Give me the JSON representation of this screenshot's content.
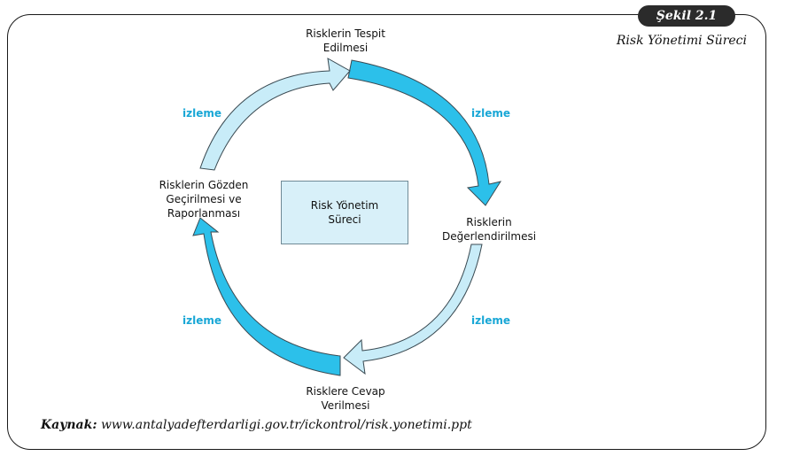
{
  "figure": {
    "badge": "Şekil 2.1",
    "title": "Risk Yönetimi Süreci"
  },
  "center": {
    "line1": "Risk Yönetim",
    "line2": "Süreci"
  },
  "steps": {
    "top": [
      "Risklerin Tespit",
      "Edilmesi"
    ],
    "right": [
      "Risklerin",
      "Değerlendirilmesi"
    ],
    "bottom": [
      "Risklere Cevap",
      "Verilmesi"
    ],
    "left": [
      "Risklerin Gözden",
      "Geçirilmesi ve",
      "Raporlanması"
    ]
  },
  "monitor_labels": {
    "top_left": "izleme",
    "top_right": "izleme",
    "bottom_left": "izleme",
    "bottom_right": "izleme"
  },
  "source": {
    "prefix": "Kaynak:",
    "url": "www.antalyadefterdarligi.gov.tr/ickontrol/risk.yonetimi.ppt"
  },
  "colors": {
    "arrow_dark": "#2cc0ea",
    "arrow_light": "#c8ecf8",
    "arrow_stroke": "#3a4a52",
    "accent_text": "#19a7d6",
    "center_fill": "#d8f0f9"
  }
}
